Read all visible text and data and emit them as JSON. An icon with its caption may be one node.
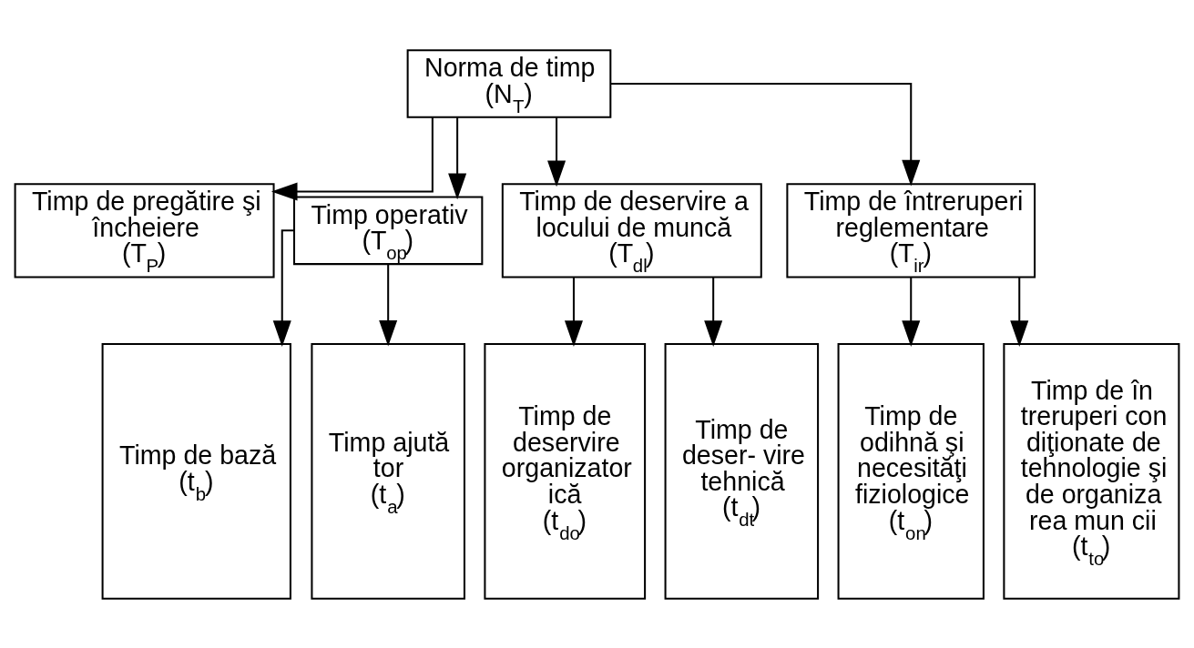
{
  "diagram": {
    "nodes": [
      {
        "text": [
          "Norma de timp",
          "(N$_{T}$)"
        ]
      },
      {
        "text": [
          "Timp de pregătire şi încheiere",
          "(T$_{P}$)"
        ]
      },
      {
        "text": [
          "Timp operativ",
          "(T$_{op}$)"
        ]
      },
      {
        "text": [
          "Timp de deservire a locului de muncă",
          "(T$_{dl}$)"
        ]
      },
      {
        "text": [
          "Timp de întreruperi reglementare",
          "(T$_{ir}$)"
        ]
      },
      {
        "text": [
          "Timp de bază",
          "(t$_{b}$)"
        ]
      },
      {
        "text": [
          "Timp ajută tor",
          "(t$_{a}$)"
        ]
      },
      {
        "text": [
          "Timp de deservire organizator ică",
          "(t$_{do}$)"
        ]
      },
      {
        "text": [
          "Timp de deser- vire tehnică",
          "(t$_{dt}$)"
        ]
      },
      {
        "text": [
          "Timp de odihnă şi necesităţi fiziologice",
          "(t$_{on}$)"
        ]
      },
      {
        "text": [
          "Timp de în treruperi con diţionate de tehnologie şi de organiza rea mun cii",
          "(t$_{to}$)"
        ]
      }
    ],
    "edges": [
      {
        "from": 0,
        "to": 1,
        "arrow": "to"
      },
      {
        "from": 0,
        "to": 2,
        "arrow": "to"
      },
      {
        "from": 0,
        "to": 3,
        "arrow": "to"
      },
      {
        "from": 0,
        "to": 4,
        "arrow": "to"
      },
      {
        "from": 2,
        "to": 5,
        "arrow": "to"
      },
      {
        "from": 2,
        "to": 6,
        "arrow": "to"
      },
      {
        "from": 3,
        "to": 7,
        "arrow": "to"
      },
      {
        "from": 3,
        "to": 8,
        "arrow": "to"
      },
      {
        "from": 4,
        "to": 9,
        "arrow": "to"
      },
      {
        "from": 4,
        "to": 10,
        "arrow": "to"
      }
    ]
  }
}
